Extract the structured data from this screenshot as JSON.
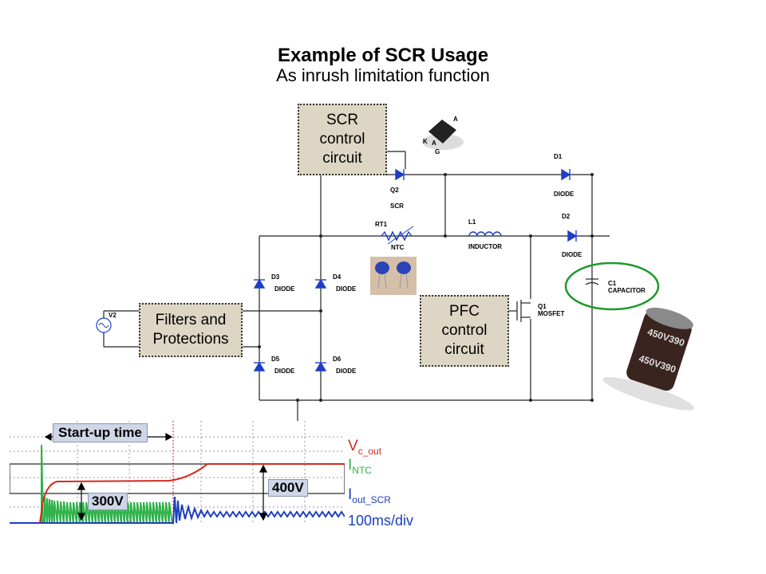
{
  "slide": {
    "title": "Example of SCR Usage",
    "subtitle": "As inrush limitation function"
  },
  "blocks": {
    "scr_control": [
      "SCR",
      "control",
      "circuit"
    ],
    "filters": [
      "Filters and",
      "Protections"
    ],
    "pfc_control": [
      "PFC",
      "control",
      "circuit"
    ]
  },
  "components": {
    "q2": {
      "ref": "Q2",
      "type": "SCR"
    },
    "rt1": {
      "ref": "RT1",
      "type": "NTC"
    },
    "l1": {
      "ref": "L1",
      "type": "INDUCTOR"
    },
    "d1": {
      "ref": "D1",
      "type": "DIODE"
    },
    "d2": {
      "ref": "D2",
      "type": "DIODE"
    },
    "d3": {
      "ref": "D3",
      "type": "DIODE"
    },
    "d4": {
      "ref": "D4",
      "type": "DIODE"
    },
    "d5": {
      "ref": "D5",
      "type": "DIODE"
    },
    "d6": {
      "ref": "D6",
      "type": "DIODE"
    },
    "q1": {
      "ref": "Q1",
      "type": "MOSFET"
    },
    "c1": {
      "ref": "C1",
      "type": "CAPACITOR"
    },
    "v2": {
      "ref": "V2"
    },
    "package_pins": {
      "a": "A",
      "k": "K",
      "a2": "A",
      "g": "G"
    },
    "capacitor_marking": "450V390"
  },
  "waveform": {
    "startup_label": "Start-up time",
    "v300": "300V",
    "v400": "400V",
    "legend": {
      "vc_main": "V",
      "vc_sub": "c_out",
      "intc_main": "I",
      "intc_sub": "NTC",
      "iscr_main": "I",
      "iscr_sub": "out_SCR",
      "timebase": "100ms/div"
    },
    "colors": {
      "vc": "#d42a1e",
      "intc": "#2fb34a",
      "iscr": "#1b3fbf",
      "timebase": "#1b3fbf"
    }
  }
}
